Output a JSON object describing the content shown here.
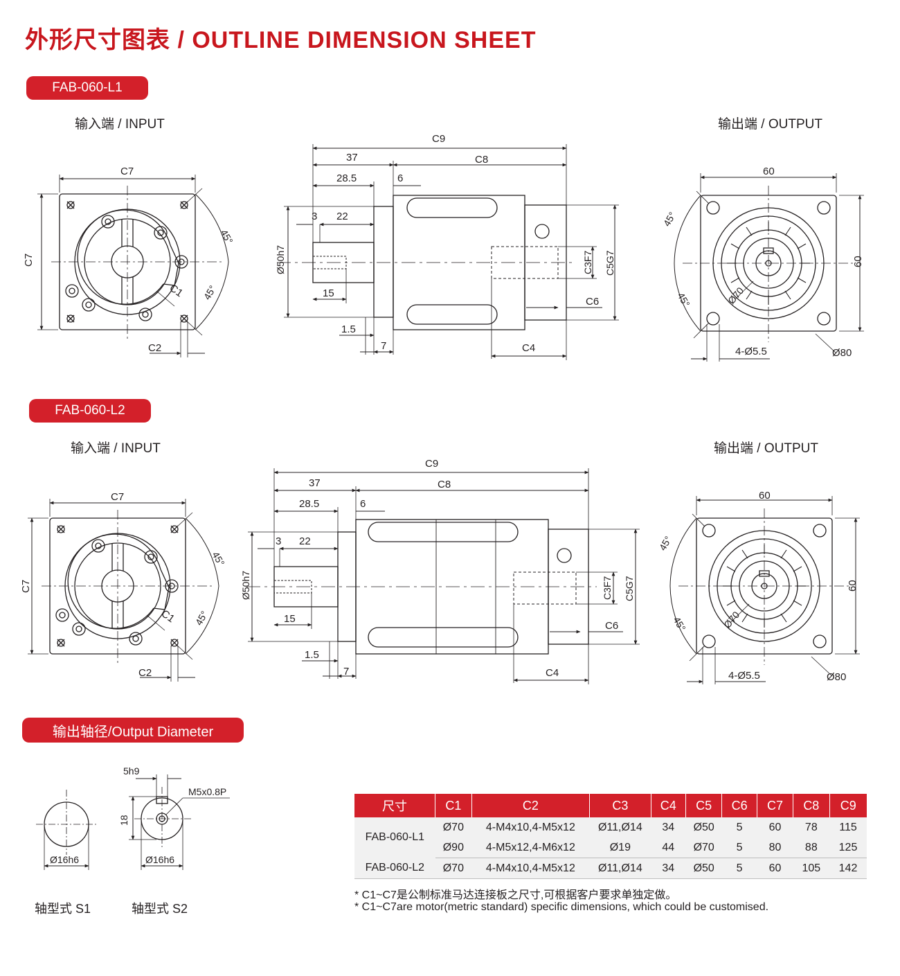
{
  "page_title": "外形尺寸图表 / OUTLINE DIMENSION SHEET",
  "sections": [
    {
      "model": "FAB-060-L1",
      "input_label": "输入端 / INPUT",
      "output_label": "输出端 / OUTPUT"
    },
    {
      "model": "FAB-060-L2",
      "input_label": "输入端 / INPUT",
      "output_label": "输出端 / OUTPUT"
    }
  ],
  "dims": {
    "C1": "C1",
    "C2": "C2",
    "C4": "C4",
    "C6": "C6",
    "C7": "C7",
    "C8": "C8",
    "C9": "C9",
    "C3F7": "C3F7",
    "C5G7": "C5G7",
    "d37": "37",
    "d28_5": "28.5",
    "d6": "6",
    "d3": "3",
    "d22": "22",
    "d15": "15",
    "d1_5": "1.5",
    "d7": "7",
    "d50h7": "Ø50h7",
    "deg45": "45°",
    "d60": "60",
    "d70": "Ø70",
    "d80": "Ø80",
    "holes": "4-Ø5.5"
  },
  "shaft_section": {
    "badge": "输出轴径/Output Diameter",
    "s1_caption": "轴型式 S1",
    "s2_caption": "轴型式 S2",
    "dia": "Ø16h6",
    "key": "5h9",
    "height": "18",
    "thread": "M5x0.8P"
  },
  "table": {
    "headers": [
      "尺寸",
      "C1",
      "C2",
      "C3",
      "C4",
      "C5",
      "C6",
      "C7",
      "C8",
      "C9"
    ],
    "rows": [
      {
        "model": "FAB-060-L1",
        "C1": "Ø70",
        "C2": "4-M4x10,4-M5x12",
        "C3": "Ø11,Ø14",
        "C4": "34",
        "C5": "Ø50",
        "C6": "5",
        "C7": "60",
        "C8": "78",
        "C9": "115"
      },
      {
        "model": "",
        "C1": "Ø90",
        "C2": "4-M5x12,4-M6x12",
        "C3": "Ø19",
        "C4": "44",
        "C5": "Ø70",
        "C6": "5",
        "C7": "80",
        "C8": "88",
        "C9": "125"
      },
      {
        "model": "FAB-060-L2",
        "C1": "Ø70",
        "C2": "4-M4x10,4-M5x12",
        "C3": "Ø11,Ø14",
        "C4": "34",
        "C5": "Ø50",
        "C6": "5",
        "C7": "60",
        "C8": "105",
        "C9": "142"
      }
    ]
  },
  "notes": [
    "* C1~C7是公制标准马达连接板之尺寸,可根据客户要求单独定做。",
    "* C1~C7are motor(metric standard)  specific dimensions, which could be customised."
  ],
  "colors": {
    "accent": "#d3202a",
    "title": "#c8161d",
    "ink": "#231f20"
  }
}
